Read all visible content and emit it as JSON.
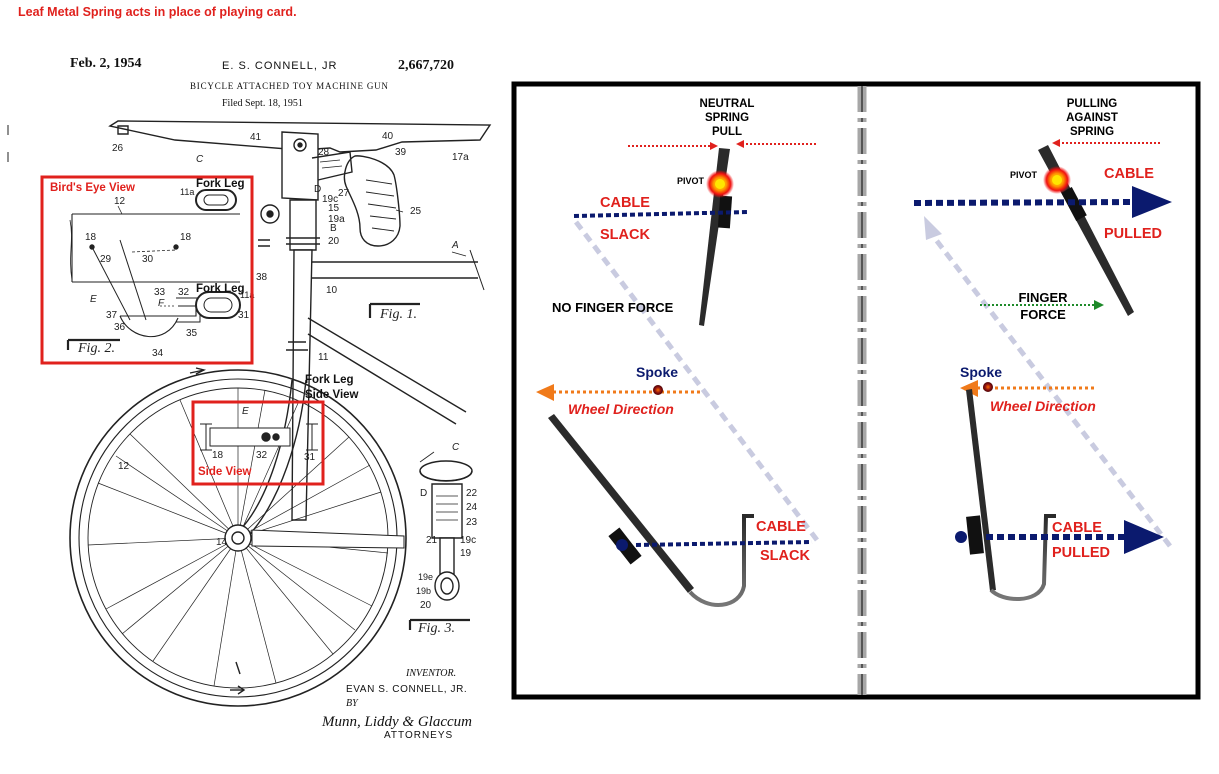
{
  "caption": "Leaf Metal Spring acts in place of playing card.",
  "patent": {
    "date": "Feb. 2, 1954",
    "inventor_header": "E. S. CONNELL, JR",
    "number": "2,667,720",
    "title": "BICYCLE ATTACHED TOY MACHINE GUN",
    "filed": "Filed Sept. 18, 1951",
    "inventor_label": "INVENTOR.",
    "inventor_name": "EVAN S. CONNELL, JR.",
    "by": "BY",
    "signature": "Munn, Liddy & Glaccum",
    "attorneys": "ATTORNEYS",
    "fig1": "Fig. 1.",
    "fig2": "Fig. 2.",
    "fig3": "Fig. 3."
  },
  "refs": {
    "r26": "26",
    "r41": "41",
    "r40": "40",
    "r17a": "17a",
    "rC": "C",
    "r28": "28",
    "r39": "39",
    "r27": "27",
    "r25": "25",
    "r15": "15",
    "r19c": "19c",
    "r19a": "19a",
    "rB": "B",
    "r20": "20",
    "rD": "D",
    "rA": "A",
    "r10": "10",
    "r11": "11",
    "r12a": "12",
    "r18a": "18",
    "r18b": "18",
    "r29": "29",
    "r30": "30",
    "rE": "E",
    "rF": "F",
    "r33": "33",
    "r32": "32",
    "r31": "31",
    "r37": "37",
    "r36": "36",
    "r35": "35",
    "r34": "34",
    "r11a": "11a",
    "r38": "38",
    "rE2": "E",
    "r18c": "18",
    "r32b": "32",
    "r31b": "31",
    "r12b": "12",
    "r14": "14",
    "rC2": "C",
    "r22": "22",
    "r24": "24",
    "r23": "23",
    "r21": "21",
    "r19": "19",
    "r19cb": "19c",
    "r19e": "19e",
    "r19b": "19b",
    "r20b": "20"
  },
  "annotations": {
    "birds_eye": "Bird's Eye View",
    "fork_leg_top": "Fork Leg",
    "fork_leg_mid": "Fork Leg",
    "fork_leg_side_1": "Fork Leg",
    "fork_leg_side_2": "Side View",
    "side_view": "Side View"
  },
  "left_panel": {
    "neutral_1": "NEUTRAL",
    "neutral_2": "SPRING",
    "neutral_3": "PULL",
    "pivot": "PIVOT",
    "cable": "CABLE",
    "slack": "SLACK",
    "no_finger": "NO FINGER FORCE",
    "spoke": "Spoke",
    "wheel_dir": "Wheel Direction",
    "cable_bottom": "CABLE",
    "slack_bottom": "SLACK"
  },
  "right_panel": {
    "pulling_1": "PULLING",
    "pulling_2": "AGAINST",
    "pulling_3": "SPRING",
    "pivot": "PIVOT",
    "cable": "CABLE",
    "pulled": "PULLED",
    "finger_1": "FINGER",
    "finger_2": "FORCE",
    "spoke": "Spoke",
    "wheel_dir": "Wheel Direction",
    "cable_bottom": "CABLE",
    "pulled_bottom": "PULLED"
  },
  "colors": {
    "red": "#e0211d",
    "navy": "#0b1a6e",
    "orange": "#f07a1a",
    "green": "#1e8a2a",
    "cable_gray": "#c9cbe0"
  }
}
